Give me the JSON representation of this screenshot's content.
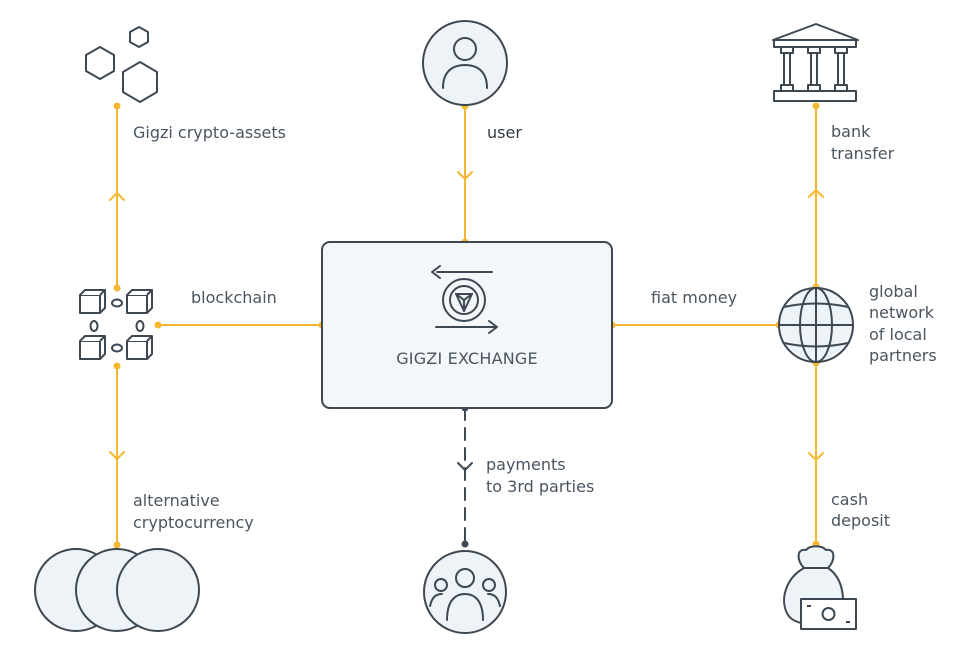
{
  "colors": {
    "accent": "#f5b731",
    "stroke": "#3d4852",
    "box_fill": "#f3f7fa",
    "node_fill": "#eef3f7"
  },
  "center": {
    "title": "GIGZI EXCHANGE",
    "icon": "exchange-arrows-icon"
  },
  "labels": {
    "crypto_assets": "Gigzi crypto-assets",
    "user": "user",
    "bank_transfer_1": "bank",
    "bank_transfer_2": "transfer",
    "blockchain": "blockchain",
    "fiat_money": "fiat money",
    "global_network_1": "global",
    "global_network_2": "network",
    "global_network_3": "of local",
    "global_network_4": "partners",
    "alt_crypto_1": "alternative",
    "alt_crypto_2": "cryptocurrency",
    "payments_1": "payments",
    "payments_2": "to 3rd parties",
    "cash_deposit_1": "cash",
    "cash_deposit_2": "deposit"
  },
  "icons": [
    "hexagons-icon",
    "user-icon",
    "bank-icon",
    "blockchain-icon",
    "globe-icon",
    "coins-icon",
    "group-icon",
    "money-bag-icon"
  ]
}
